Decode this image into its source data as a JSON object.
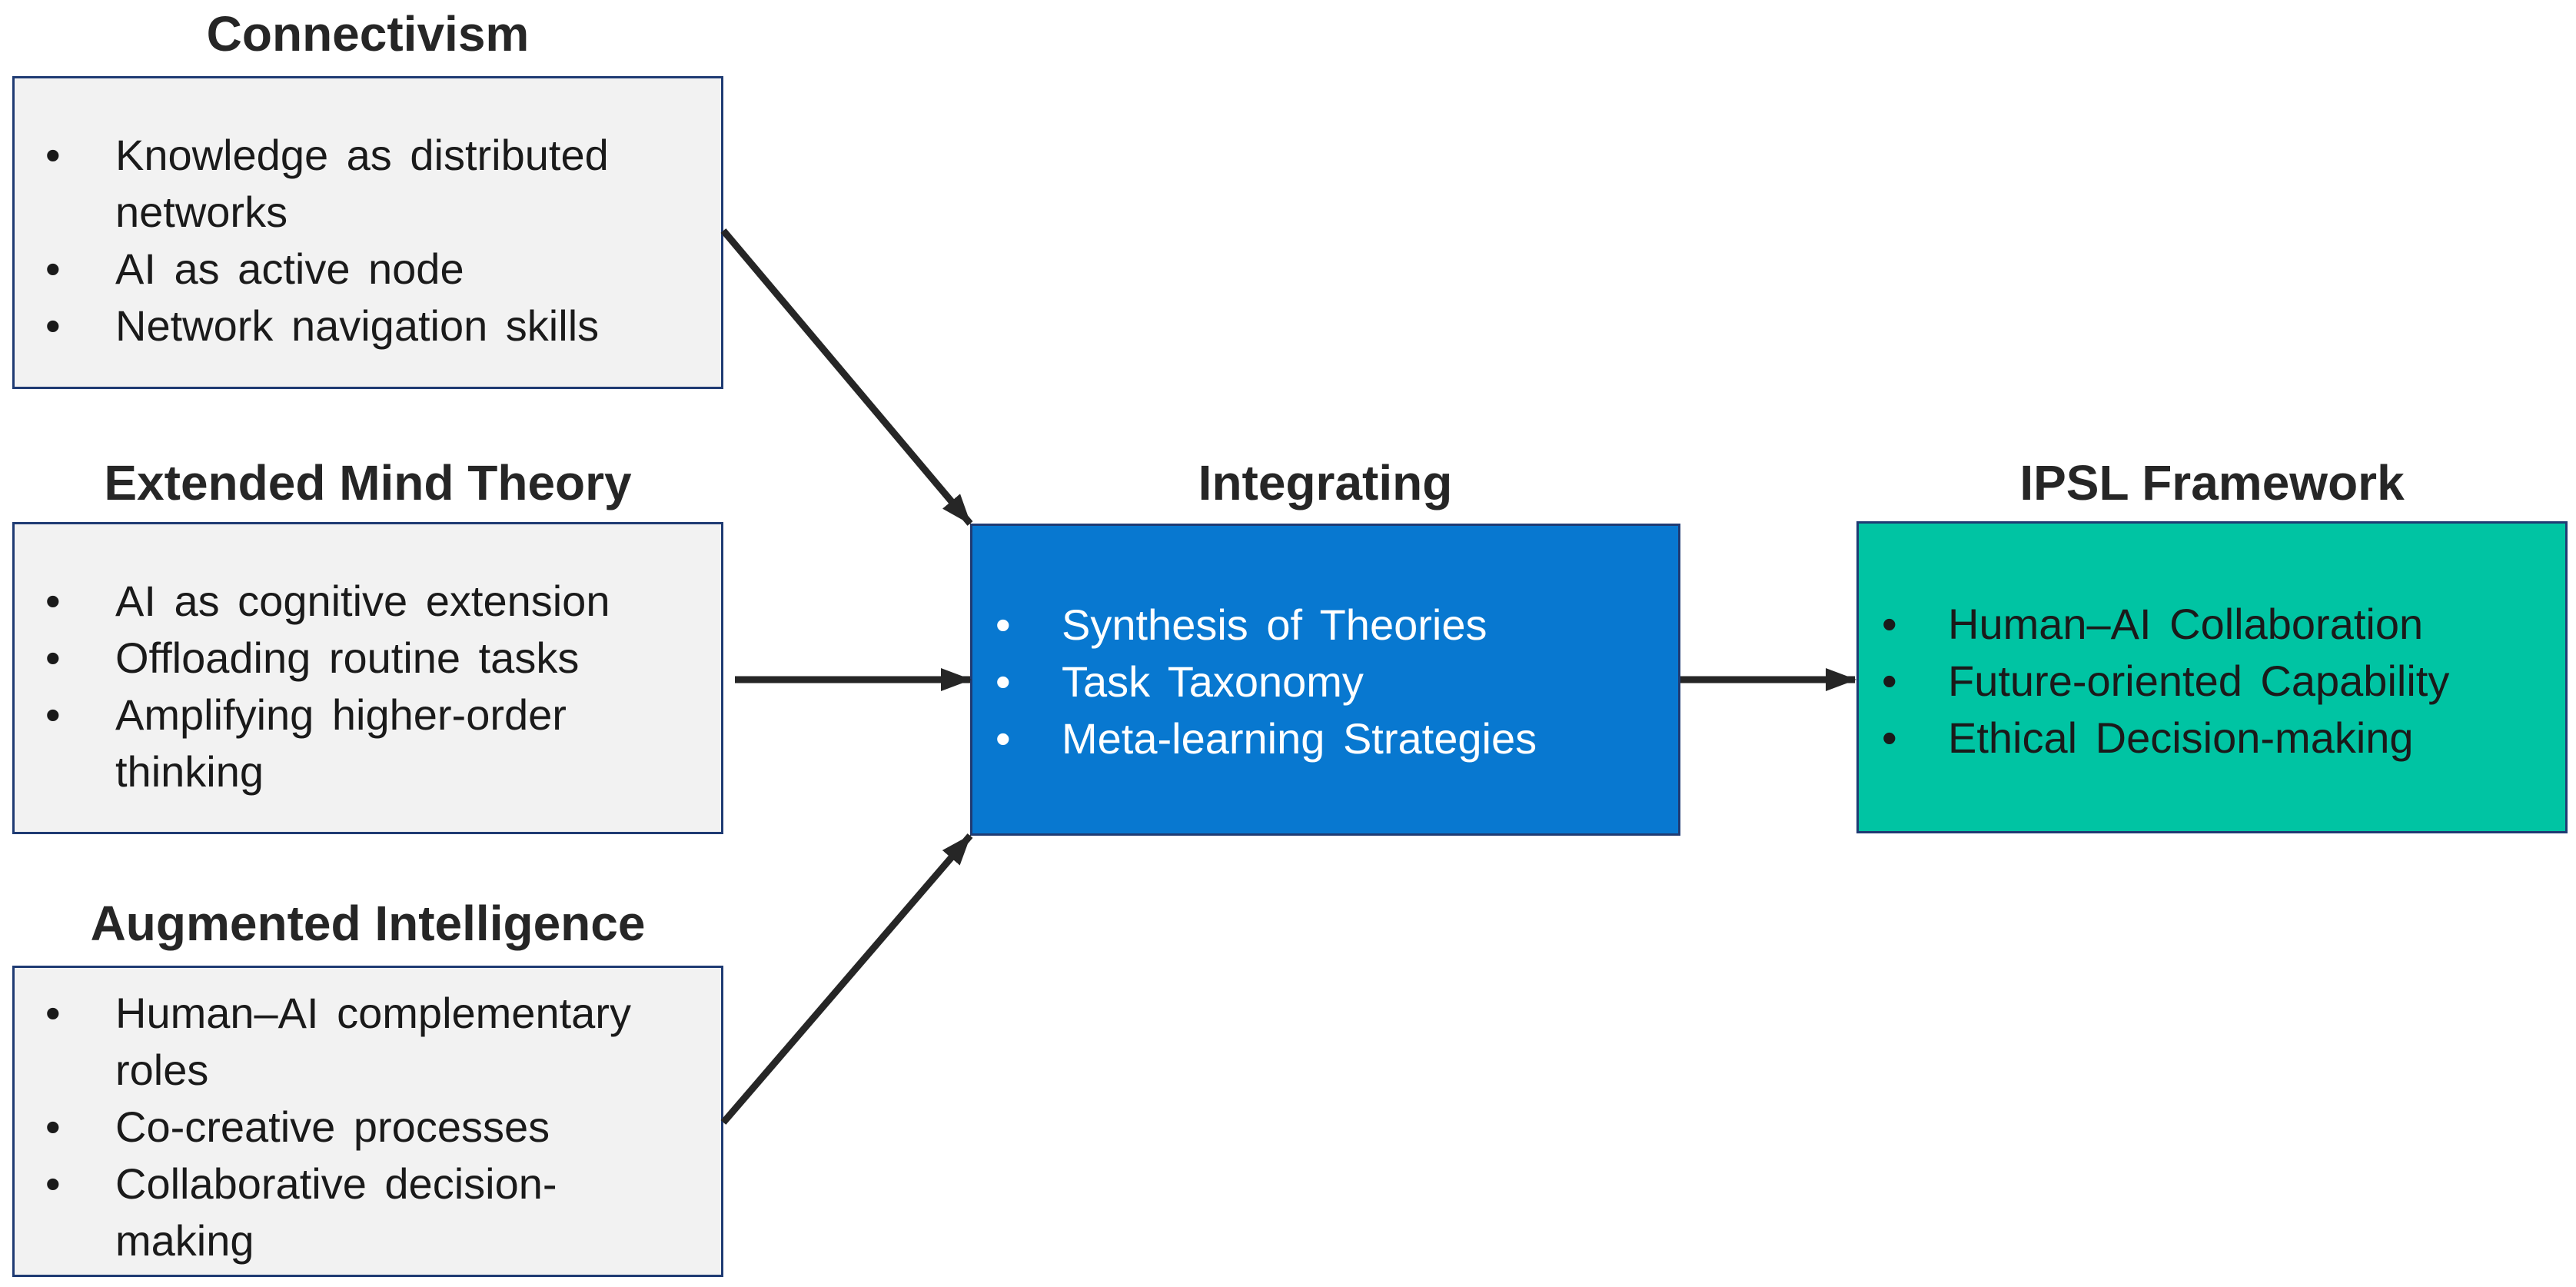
{
  "connectivism": {
    "title": "Connectivism",
    "items": [
      "Knowledge as distributed networks",
      "AI as active node",
      "Network navigation skills"
    ]
  },
  "extended_mind": {
    "title": "Extended Mind Theory",
    "items": [
      "AI as cognitive extension",
      "Offloading routine tasks",
      "Amplifying higher-order thinking"
    ]
  },
  "augmented": {
    "title": "Augmented Intelligence",
    "items": [
      "Human–AI complementary roles",
      "Co-creative processes",
      "Collaborative decision-making"
    ]
  },
  "integrating": {
    "title": "Integrating",
    "items": [
      "Synthesis of Theories",
      "Task Taxonomy",
      "Meta-learning Strategies"
    ]
  },
  "ipsl": {
    "title": "IPSL Framework",
    "items": [
      "Human–AI Collaboration",
      "Future-oriented Capability",
      "Ethical Decision-making"
    ]
  },
  "colors": {
    "input_box": "#f2f2f2",
    "integrating_box": "#0878d0",
    "ipsl_box": "#00c4a3",
    "border": "#1f3b73",
    "arrow": "#262626"
  }
}
